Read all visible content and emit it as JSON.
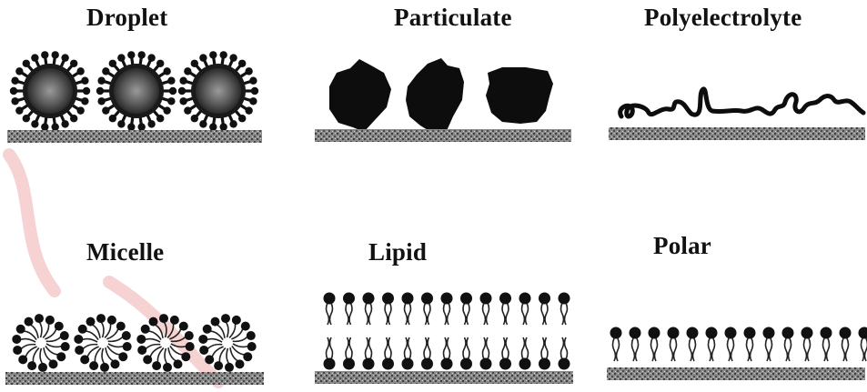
{
  "panels": [
    {
      "label": "Droplet"
    },
    {
      "label": "Particulate"
    },
    {
      "label": "Polyelectrolyte"
    },
    {
      "label": "Micelle"
    },
    {
      "label": "Lipid"
    },
    {
      "label": "Polar"
    }
  ],
  "colors": {
    "ink": "#111111",
    "substrate": "#6e6e6e",
    "droplet_core": "#555555",
    "watermark": "#f3c9c9"
  }
}
